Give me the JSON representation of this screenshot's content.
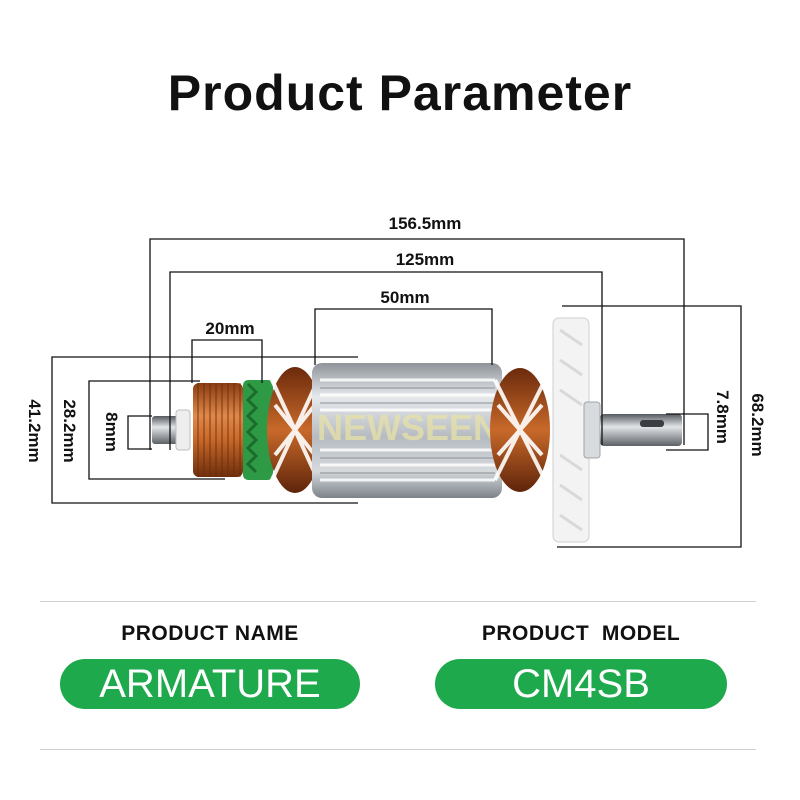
{
  "title": "Product Parameter",
  "dimensions": {
    "total_length": "156.5mm",
    "length_125": "125mm",
    "core_length": "50mm",
    "commutator_length": "20mm",
    "shaft_left_diameter": "8mm",
    "commutator_diameter": "28.2mm",
    "core_diameter": "41.2mm",
    "shaft_right_diameter": "7.8mm",
    "fan_diameter": "68.2mm"
  },
  "watermark": "NEWSEEN",
  "product_name": {
    "label": "PRODUCT NAME",
    "value": "ARMATURE"
  },
  "product_model": {
    "label": "PRODUCT  MODEL",
    "value": "CM4SB"
  },
  "colors": {
    "accent_green": "#1fa94d",
    "copper": "#c8692a",
    "steel": "#c9ced3",
    "line": "#111111"
  }
}
